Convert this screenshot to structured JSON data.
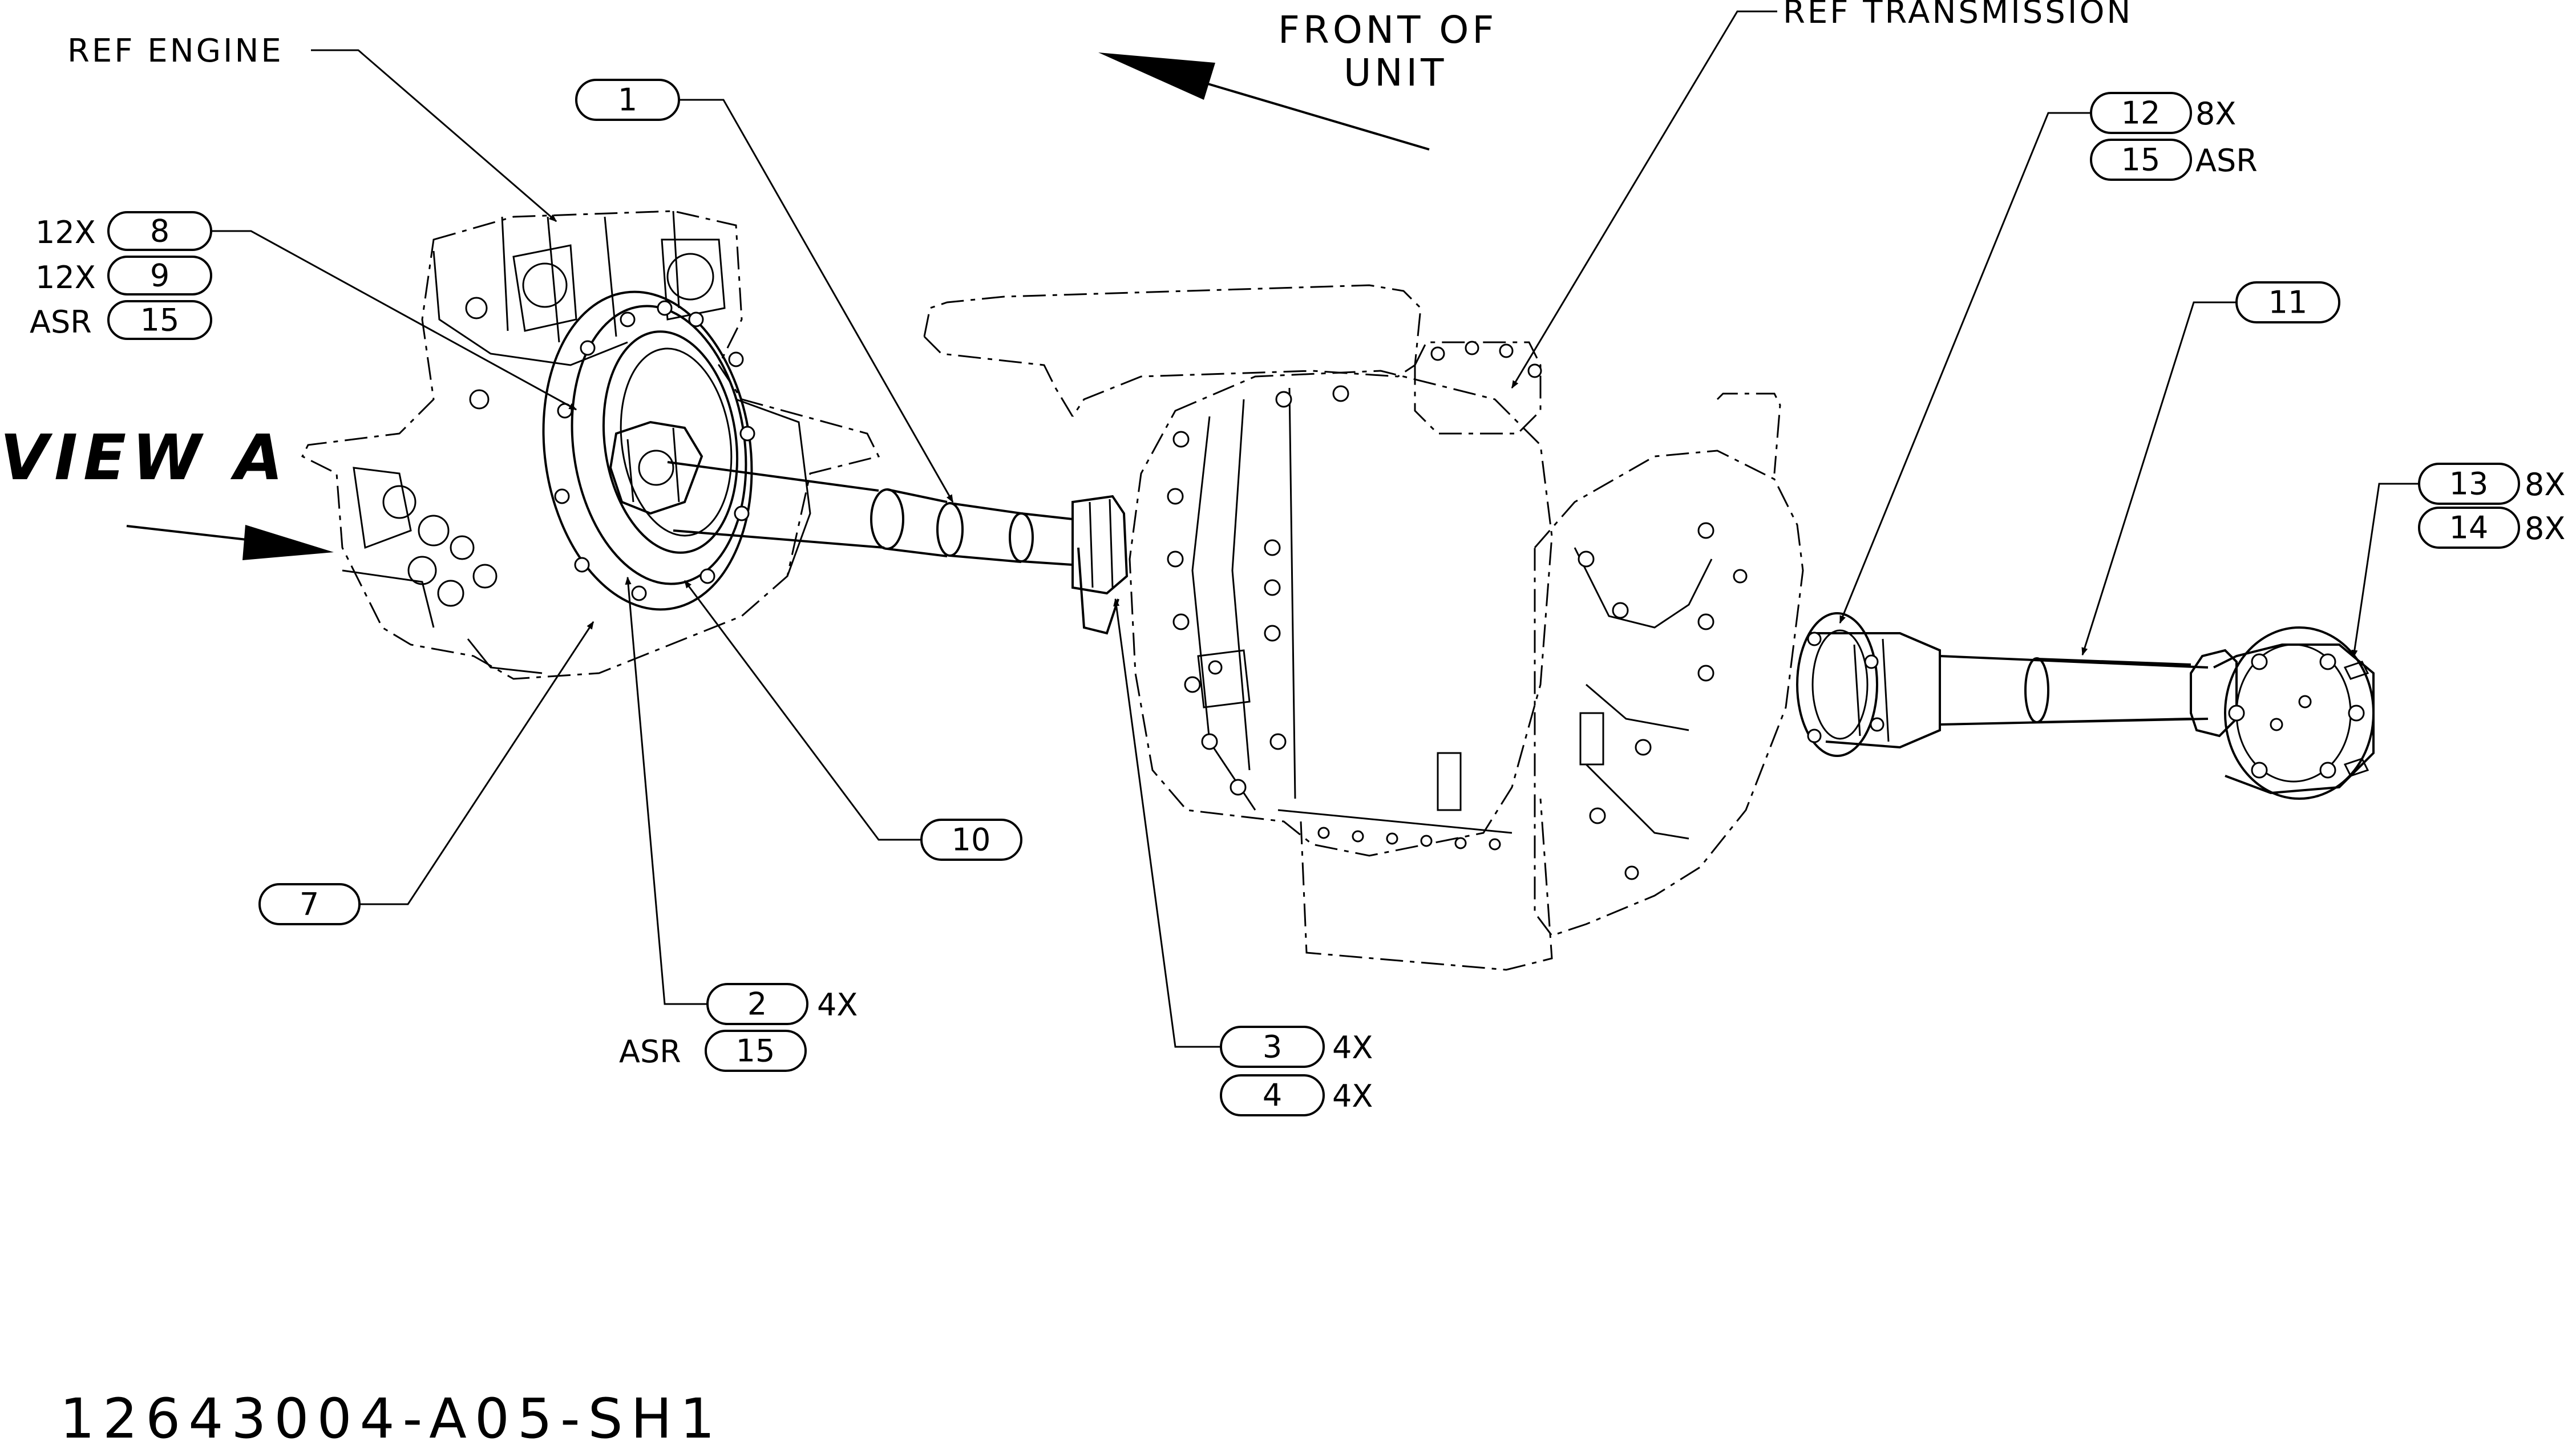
{
  "labels": {
    "ref_engine": "REF ENGINE",
    "ref_transmission": "REF TRANSMISSION",
    "front_of_unit_line1": "FRONT OF",
    "front_of_unit_line2": "UNIT",
    "view_a": "VIEW A",
    "drawing_number": "12643004-A05-SH1"
  },
  "callouts": {
    "c1": "1",
    "c2": "2",
    "c2_mult": "4X",
    "c2_asr": "ASR",
    "c2b": "15",
    "c3": "3",
    "c3_mult": "4X",
    "c4": "4",
    "c4_mult": "4X",
    "c7": "7",
    "c8": "8",
    "c8_mult": "12X",
    "c9": "9",
    "c9_mult": "12X",
    "c15a": "15",
    "c15a_asr": "ASR",
    "c10": "10",
    "c11": "11",
    "c12": "12",
    "c12_mult": "8X",
    "c15b": "15",
    "c15b_asr": "ASR",
    "c13": "13",
    "c13_mult": "8X",
    "c14": "14",
    "c14_mult": "8X"
  }
}
